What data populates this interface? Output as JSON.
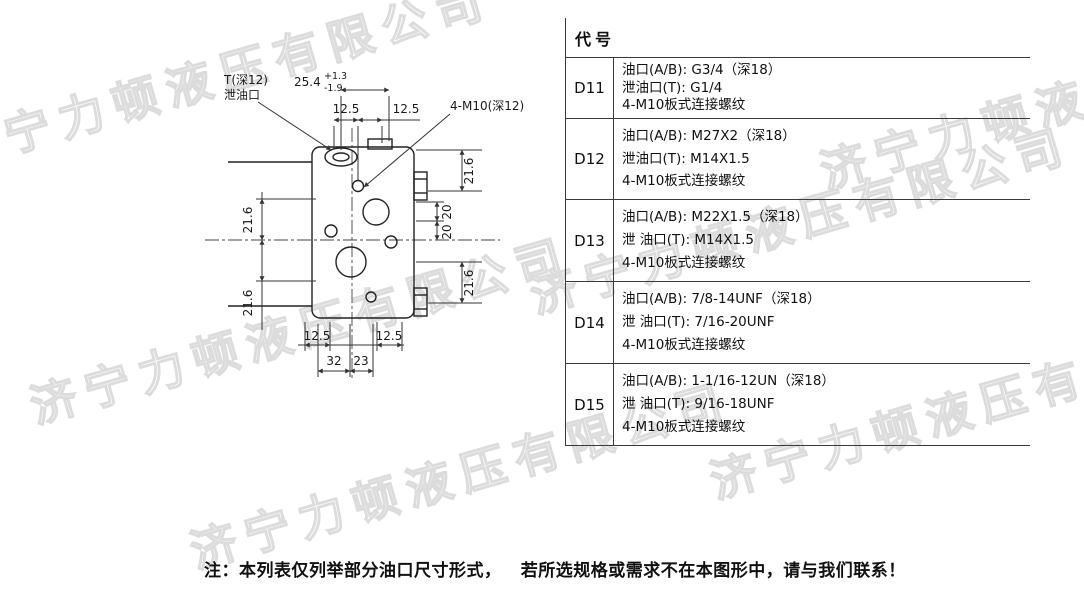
{
  "watermark": {
    "text": "济宁力顿液压有限公司"
  },
  "table": {
    "header": "代号",
    "rows": [
      {
        "code": "D11",
        "line1": "油口(A/B): G3/4（深18）",
        "line2": "泄油口(T): G1/4",
        "line3": "4-M10板式连接螺纹"
      },
      {
        "code": "D12",
        "line1": "油口(A/B): M27X2（深18）",
        "line2": "泄油口(T): M14X1.5",
        "line3": "4-M10板式连接螺纹"
      },
      {
        "code": "D13",
        "line1": "油口(A/B): M22X1.5（深18）",
        "line2": "泄 油口(T): M14X1.5",
        "line3": "4-M10板式连接螺纹"
      },
      {
        "code": "D14",
        "line1": "油口(A/B): 7/8-14UNF（深18）",
        "line2": "泄 油口(T): 7/16-20UNF",
        "line3": "4-M10板式连接螺纹"
      },
      {
        "code": "D15",
        "line1": "油口(A/B): 1-1/16-12UN（深18）",
        "line2": "泄 油口(T): 9/16-18UNF",
        "line3": "4-M10板式连接螺纹"
      }
    ]
  },
  "drawing": {
    "t_label1": "T(深12)",
    "t_label2": "泄油口",
    "bolt_label": "4-M10(深12)",
    "dim_254": "25.4",
    "tol_plus": "+1.3",
    "tol_minus": "-1.9",
    "dim_125": "12.5",
    "dim_216": "21.6",
    "dim_20": "20",
    "dim_32": "32",
    "dim_23": "23"
  },
  "note": "注：本列表仅列举部分油口尺寸形式，   若所选规格或需求不在本图形中，请与我们联系！"
}
